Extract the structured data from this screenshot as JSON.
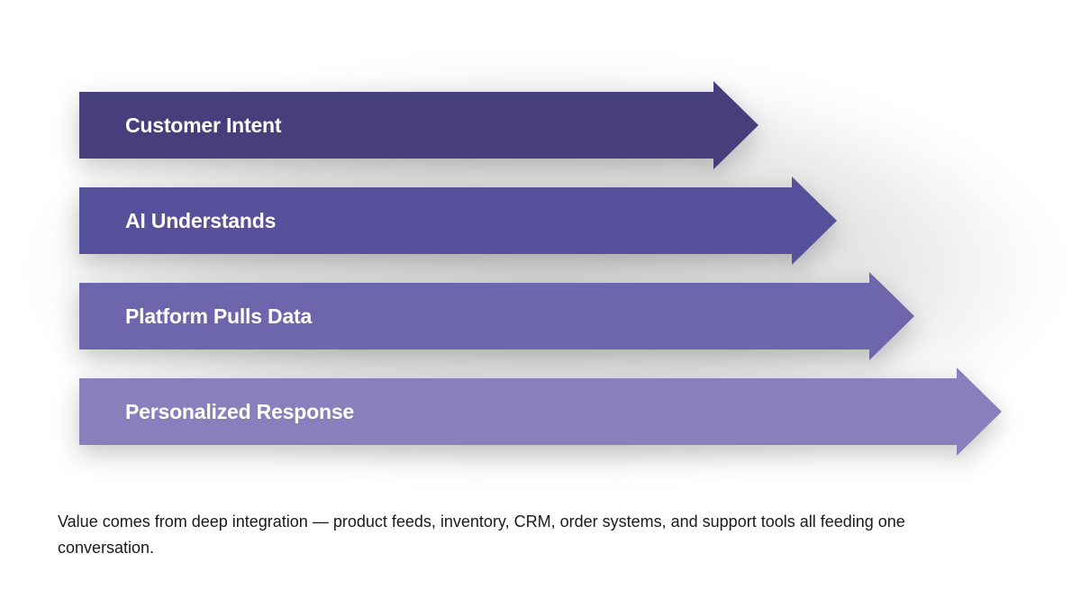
{
  "flow": {
    "steps": [
      {
        "label": "Customer Intent",
        "color": "#473f7c"
      },
      {
        "label": "AI Understands",
        "color": "#57509a"
      },
      {
        "label": "Platform Pulls Data",
        "color": "#6d66ad"
      },
      {
        "label": "Personalized Response",
        "color": "#8780bd"
      }
    ]
  },
  "caption": {
    "text": "Value comes from deep integration — product feeds, inventory, CRM, order systems, and support tools all feeding one conversation."
  }
}
